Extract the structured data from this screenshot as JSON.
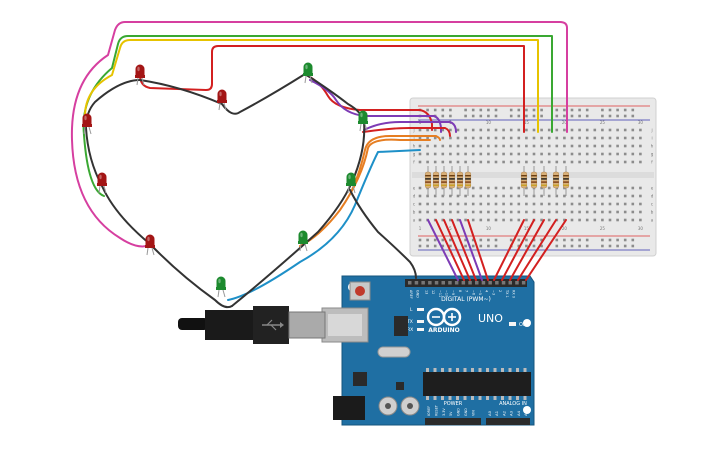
{
  "board": {
    "brand": "ARDUINO",
    "model": "UNO",
    "digital_label": "DIGITAL (PWM~)",
    "analog_label": "ANALOG IN",
    "power_label": "POWER",
    "on_label": "ON",
    "tx_label": "TX",
    "rx_label": "RX",
    "l_label": "L",
    "aref_label": "AREF",
    "gnd_label": "GND",
    "digital_pins": [
      "13",
      "12",
      "~11",
      "~10",
      "~9",
      "8",
      "7",
      "~6",
      "~5",
      "4",
      "~3",
      "2",
      "TX 1",
      "RX 0"
    ],
    "analog_pins": [
      "A0",
      "A1",
      "A2",
      "A3",
      "A4",
      "A5"
    ],
    "power_pins": [
      "IOREF",
      "RESET",
      "3.3V",
      "5V",
      "GND",
      "GND",
      "VIN"
    ]
  },
  "breadboard": {
    "column_numbers": [
      "1",
      "5",
      "10",
      "15",
      "20",
      "25",
      "30"
    ],
    "row_letters_top": [
      "j",
      "i",
      "h",
      "g",
      "f"
    ],
    "row_letters_bottom": [
      "e",
      "d",
      "c",
      "b",
      "a"
    ]
  },
  "colors": {
    "wire_red": "#d32020",
    "wire_purple": "#7d3bb5",
    "wire_orange": "#e67e22",
    "wire_blue": "#1e90c8",
    "wire_yellow": "#e6c300",
    "wire_green": "#3aa832",
    "wire_pink": "#d63fa0",
    "wire_black": "#333333",
    "led_red": "#a31515",
    "led_green": "#1c8a2e",
    "board_blue": "#1f6fa3"
  }
}
